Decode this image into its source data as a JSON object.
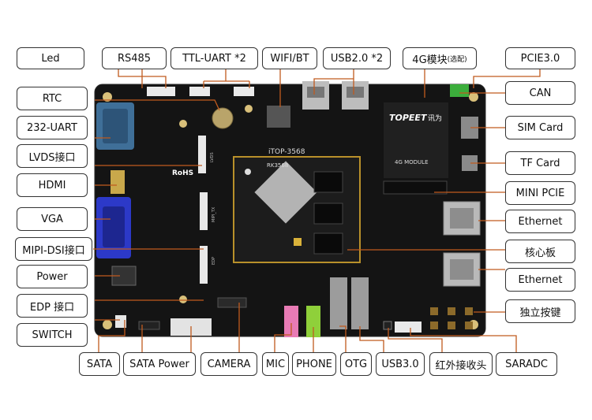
{
  "labels": {
    "top": {
      "led": "Led",
      "rs485": "RS485",
      "ttl_uart": "TTL-UART *2",
      "wifi_bt": "WIFI/BT",
      "usb20": "USB2.0 *2",
      "module_4g": "4G模块",
      "module_4g_note": "(选配)",
      "pcie30": "PCIE3.0"
    },
    "left": {
      "rtc": "RTC",
      "uart232": "232-UART",
      "lvds": "LVDS接口",
      "hdmi": "HDMI",
      "vga": "VGA",
      "mipi_dsi": "MIPI-DSI接口",
      "power": "Power",
      "edp": "EDP 接口",
      "switch": "SWITCH"
    },
    "right": {
      "can": "CAN",
      "sim": "SIM Card",
      "tf": "TF Card",
      "mini_pcie": "MINI PCIE",
      "ethernet1": "Ethernet",
      "core_board": "核心板",
      "ethernet2": "Ethernet",
      "keys": "独立按键"
    },
    "bottom": {
      "sata": "SATA",
      "sata_power": "SATA Power",
      "camera": "CAMERA",
      "mic": "MIC",
      "phone": "PHONE",
      "otg": "OTG",
      "usb30": "USB3.0",
      "ir": "红外接收头",
      "saradc": "SARADC"
    }
  },
  "board": {
    "name": "iTOP-3568",
    "chip": "RK3568",
    "brand": "TOPEET",
    "brand_cn": "讯为",
    "module_text": "4G MODULE",
    "rohs": "RoHS",
    "silk_lvds": "LVDS",
    "silk_mipi": "MIPI_TX",
    "silk_edp": "EDP"
  },
  "colors": {
    "board": "#141414",
    "leader": "#c05a1e",
    "core_border": "#b8902a",
    "vga": "#2c39c8",
    "db9": "#3f6f98",
    "mic_jack": "#e87bb5",
    "phone_jack": "#8fd03a"
  }
}
